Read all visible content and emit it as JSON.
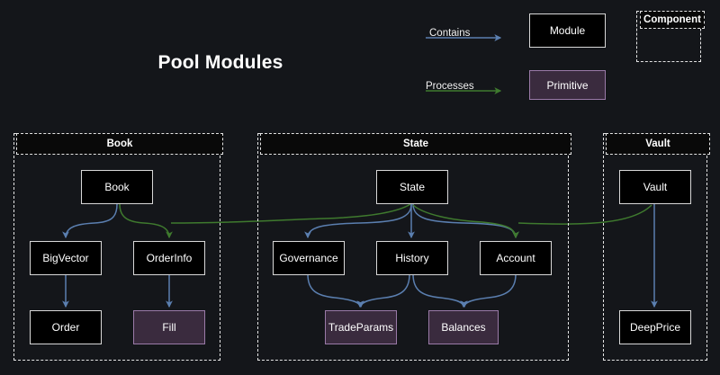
{
  "title": "Pool Modules",
  "colors": {
    "background": "#14161a",
    "contains_arrow": "#5b7fb0",
    "processes_arrow": "#3f7a2e",
    "module_border": "#d8d8d8",
    "module_fill": "#000000",
    "primitive_fill": "#3a2b3e",
    "primitive_border": "#9a7aa8",
    "group_border": "#e4e4e4",
    "text": "#ffffff"
  },
  "legend": {
    "contains_label": "Contains",
    "processes_label": "Processes",
    "module_label": "Module",
    "primitive_label": "Primitive",
    "component_label": "Component"
  },
  "groups": [
    {
      "id": "book",
      "title": "Book"
    },
    {
      "id": "state",
      "title": "State"
    },
    {
      "id": "vault",
      "title": "Vault"
    }
  ],
  "nodes": {
    "book": {
      "label": "Book",
      "type": "module"
    },
    "bigvector": {
      "label": "BigVector",
      "type": "module"
    },
    "orderinfo": {
      "label": "OrderInfo",
      "type": "module"
    },
    "order": {
      "label": "Order",
      "type": "module"
    },
    "fill": {
      "label": "Fill",
      "type": "primitive"
    },
    "state": {
      "label": "State",
      "type": "module"
    },
    "governance": {
      "label": "Governance",
      "type": "module"
    },
    "history": {
      "label": "History",
      "type": "module"
    },
    "account": {
      "label": "Account",
      "type": "module"
    },
    "tradeparams": {
      "label": "TradeParams",
      "type": "primitive"
    },
    "balances": {
      "label": "Balances",
      "type": "primitive"
    },
    "vault": {
      "label": "Vault",
      "type": "module"
    },
    "deepprice": {
      "label": "DeepPrice",
      "type": "module"
    }
  },
  "edges": [
    {
      "from": "book",
      "to": "bigvector",
      "kind": "contains"
    },
    {
      "from": "book",
      "to": "orderinfo",
      "kind": "contains"
    },
    {
      "from": "bigvector",
      "to": "order",
      "kind": "contains"
    },
    {
      "from": "orderinfo",
      "to": "fill",
      "kind": "contains"
    },
    {
      "from": "state",
      "to": "governance",
      "kind": "contains"
    },
    {
      "from": "state",
      "to": "history",
      "kind": "contains"
    },
    {
      "from": "state",
      "to": "account",
      "kind": "contains"
    },
    {
      "from": "governance",
      "to": "tradeparams",
      "kind": "contains"
    },
    {
      "from": "history",
      "to": "tradeparams",
      "kind": "contains"
    },
    {
      "from": "history",
      "to": "balances",
      "kind": "contains"
    },
    {
      "from": "account",
      "to": "balances",
      "kind": "contains"
    },
    {
      "from": "vault",
      "to": "deepprice",
      "kind": "contains"
    },
    {
      "from": "book",
      "to": "orderinfo",
      "kind": "processes"
    },
    {
      "from": "state",
      "to": "account",
      "kind": "processes"
    },
    {
      "from": "vault",
      "to": "account",
      "kind": "processes"
    }
  ]
}
